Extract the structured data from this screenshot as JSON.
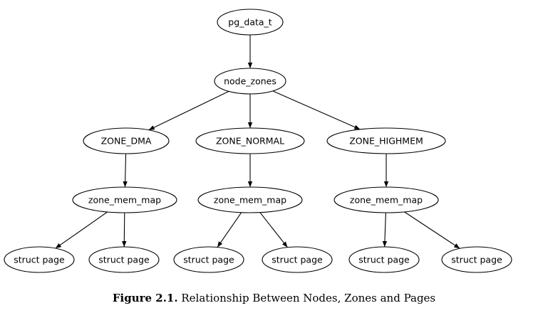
{
  "nodes": {
    "pg_data_t": "pg_data_t",
    "node_zones": "node_zones",
    "zone_dma": "ZONE_DMA",
    "zone_normal": "ZONE_NORMAL",
    "zone_highmem": "ZONE_HIGHMEM",
    "mem_map_dma": "zone_mem_map",
    "mem_map_normal": "zone_mem_map",
    "mem_map_highmem": "zone_mem_map",
    "page_1": "struct page",
    "page_2": "struct page",
    "page_3": "struct page",
    "page_4": "struct page",
    "page_5": "struct page",
    "page_6": "struct page"
  },
  "edges": [
    [
      "pg_data_t",
      "node_zones"
    ],
    [
      "node_zones",
      "zone_dma"
    ],
    [
      "node_zones",
      "zone_normal"
    ],
    [
      "node_zones",
      "zone_highmem"
    ],
    [
      "zone_dma",
      "mem_map_dma"
    ],
    [
      "zone_normal",
      "mem_map_normal"
    ],
    [
      "zone_highmem",
      "mem_map_highmem"
    ],
    [
      "mem_map_dma",
      "page_1"
    ],
    [
      "mem_map_dma",
      "page_2"
    ],
    [
      "mem_map_normal",
      "page_3"
    ],
    [
      "mem_map_normal",
      "page_4"
    ],
    [
      "mem_map_highmem",
      "page_5"
    ],
    [
      "mem_map_highmem",
      "page_6"
    ]
  ],
  "caption": {
    "figure_number": "Figure 2.1.",
    "text": "Relationship Between Nodes, Zones and Pages"
  }
}
